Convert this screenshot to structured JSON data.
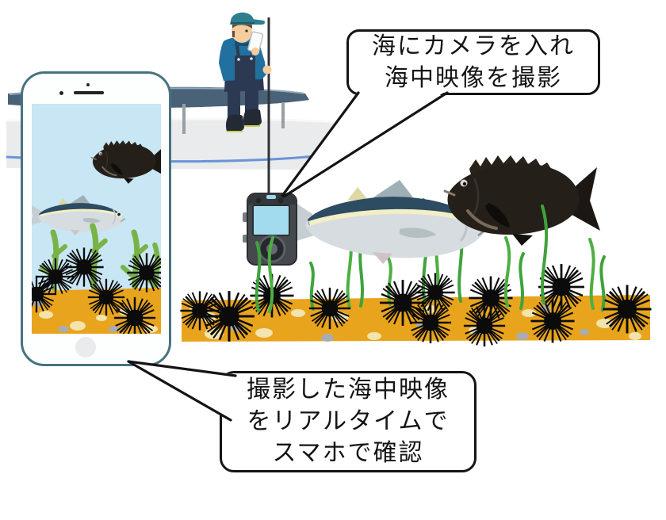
{
  "callouts": {
    "camera": {
      "lines": [
        "海にカメラを入れ",
        "海中映像を撮影"
      ]
    },
    "phone": {
      "lines": [
        "撮影した海中映像",
        "をリアルタイムで",
        "スマホで確認"
      ]
    }
  },
  "palette": {
    "screen_water": "#c8e6f3",
    "seafloor_orange": "#e9a41d",
    "seaweed_green": "#3fa33c",
    "kelp_green": "#79b347",
    "phone_frame": "#47737f",
    "boat_canopy": "#4a6278",
    "hull_stripe": "#6a93d8",
    "jacket_blue": "#2170a0",
    "overalls_navy": "#2b3a52",
    "cap_teal": "#2e7e8f",
    "camera_body": "#45494d",
    "camera_screen": "#a3dbee",
    "tuna_back": "#2d4b61",
    "tuna_stripe": "#f2eec5",
    "blackfish_body": "#251f19",
    "urchin_black": "#0b0b0b"
  }
}
